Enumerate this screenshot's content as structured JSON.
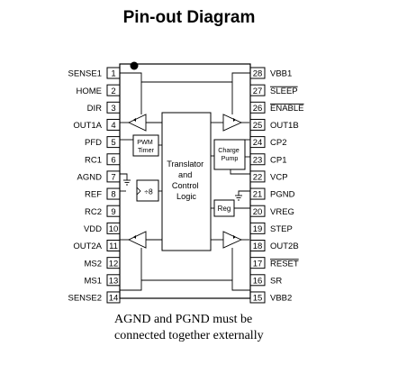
{
  "title": "Pin-out Diagram",
  "left_pins": [
    {
      "num": "1",
      "name": "SENSE1"
    },
    {
      "num": "2",
      "name": "HOME"
    },
    {
      "num": "3",
      "name": "DIR"
    },
    {
      "num": "4",
      "name": "OUT1A"
    },
    {
      "num": "5",
      "name": "PFD"
    },
    {
      "num": "6",
      "name": "RC1"
    },
    {
      "num": "7",
      "name": "AGND"
    },
    {
      "num": "8",
      "name": "REF"
    },
    {
      "num": "9",
      "name": "RC2"
    },
    {
      "num": "10",
      "name": "VDD"
    },
    {
      "num": "11",
      "name": "OUT2A"
    },
    {
      "num": "12",
      "name": "MS2"
    },
    {
      "num": "13",
      "name": "MS1"
    },
    {
      "num": "14",
      "name": "SENSE2"
    }
  ],
  "right_pins": [
    {
      "num": "28",
      "name": "VBB1",
      "overline": false
    },
    {
      "num": "27",
      "name": "SLEEP",
      "overline": true
    },
    {
      "num": "26",
      "name": "ENABLE",
      "overline": true
    },
    {
      "num": "25",
      "name": "OUT1B",
      "overline": false
    },
    {
      "num": "24",
      "name": "CP2",
      "overline": false
    },
    {
      "num": "23",
      "name": "CP1",
      "overline": false
    },
    {
      "num": "22",
      "name": "VCP",
      "overline": false
    },
    {
      "num": "21",
      "name": "PGND",
      "overline": false
    },
    {
      "num": "20",
      "name": "VREG",
      "overline": false
    },
    {
      "num": "19",
      "name": "STEP",
      "overline": false
    },
    {
      "num": "18",
      "name": "OUT2B",
      "overline": false
    },
    {
      "num": "17",
      "name": "RESET",
      "overline": true
    },
    {
      "num": "16",
      "name": "SR",
      "overline": false
    },
    {
      "num": "15",
      "name": "VBB2",
      "overline": false
    }
  ],
  "blocks": {
    "translator": [
      "Translator",
      "and",
      "Control",
      "Logic"
    ],
    "pwm_timer": [
      "PWM",
      "Timer"
    ],
    "charge_pump": [
      "Charge",
      "Pump"
    ],
    "divider": "÷8",
    "regulator": "Reg"
  },
  "note": [
    "AGND and PGND must be",
    "connected together externally"
  ]
}
